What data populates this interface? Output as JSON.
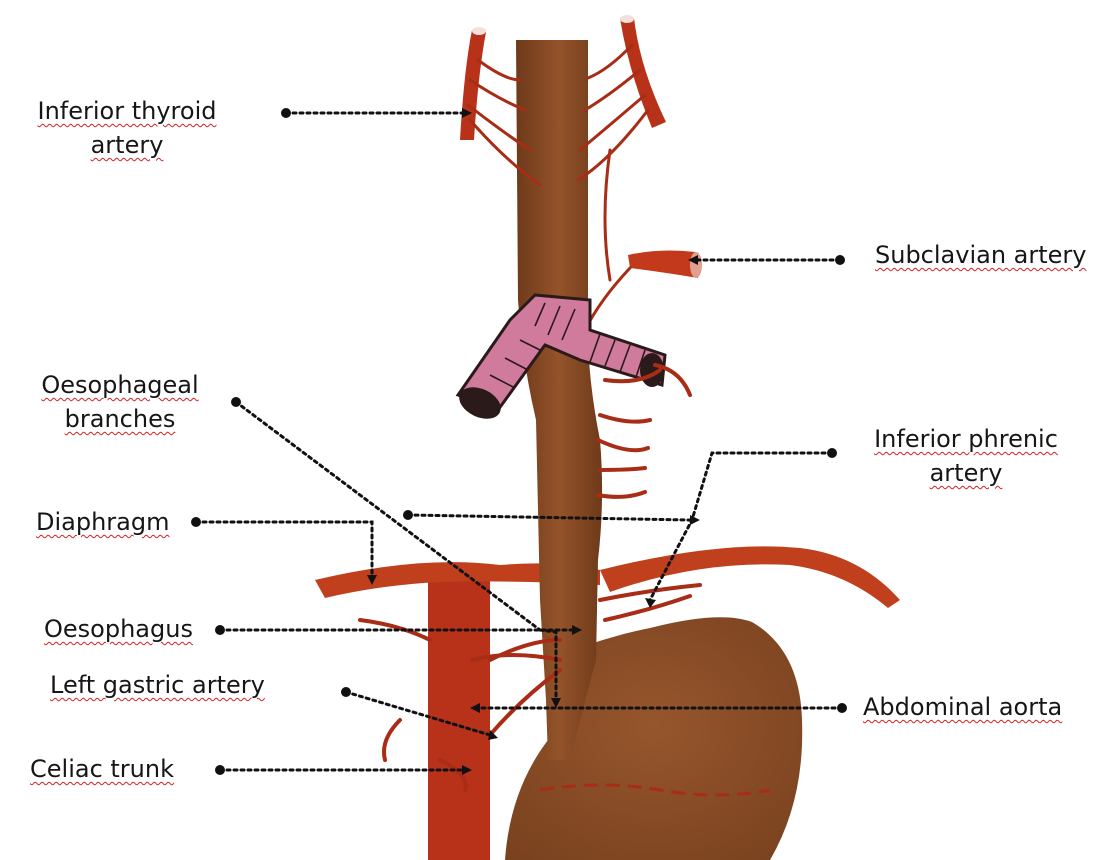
{
  "labels": {
    "inferior_thyroid": [
      "Inferior thyroid",
      "artery"
    ],
    "subclavian": "Subclavian artery",
    "oesophageal_branches": [
      "Oesophageal",
      "branches"
    ],
    "inferior_phrenic": [
      "Inferior phrenic",
      "artery"
    ],
    "diaphragm": "Diaphragm",
    "oesophagus": "Oesophagus",
    "left_gastric": "Left gastric artery",
    "abdominal_aorta": "Abdominal aorta",
    "celiac_trunk": "Celiac trunk"
  },
  "colors": {
    "oesophagus": "#8a4a24",
    "artery": "#b8321a",
    "trachea": "#d07a9c",
    "leader": "#111111",
    "underline": "#d22020"
  }
}
